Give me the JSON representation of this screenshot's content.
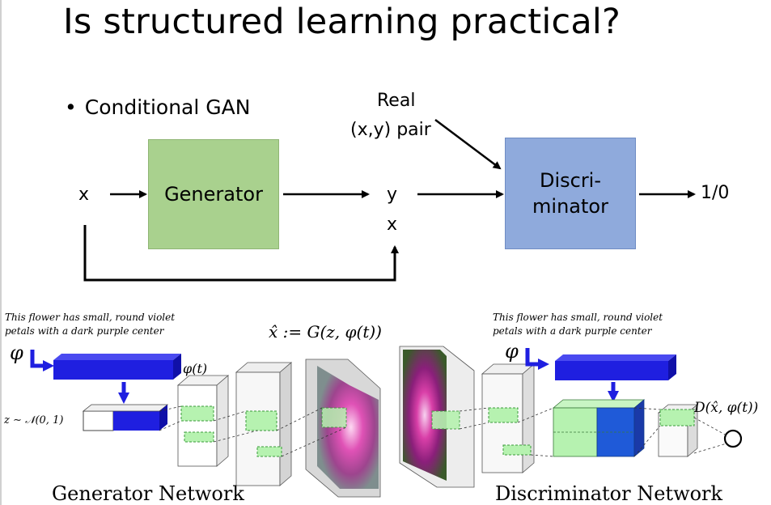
{
  "slide": {
    "title": "Is structured learning practical?",
    "bullet": "Conditional GAN"
  },
  "top_diagram": {
    "input_x": "x",
    "generator": "Generator",
    "output_y": "y",
    "output_x": "x",
    "real_pair_line1": "Real",
    "real_pair_line2": "(x,y) pair",
    "discriminator_line1": "Discri-",
    "discriminator_line2": "minator",
    "result": "1/0"
  },
  "figure": {
    "caption_left_line1": "This flower has small, round violet",
    "caption_left_line2": "petals with a dark purple center",
    "caption_right_line1": "This flower has small, round violet",
    "caption_right_line2": "petals with a dark purple center",
    "phi_left": "φ",
    "phi_right": "φ",
    "phi_t": "φ(t)",
    "noise": "z ∼ 𝒩(0, 1)",
    "generated": "x̂ := G(z, φ(t))",
    "disc_output": "D(x̂, φ(t))",
    "generator_network": "Generator Network",
    "discriminator_network": "Discriminator Network"
  },
  "colors": {
    "generator_fill": "#a9d18e",
    "discriminator_fill": "#8faadc",
    "embedding_blue": "#1f1fe0",
    "feature_green": "#b6f2b0"
  }
}
